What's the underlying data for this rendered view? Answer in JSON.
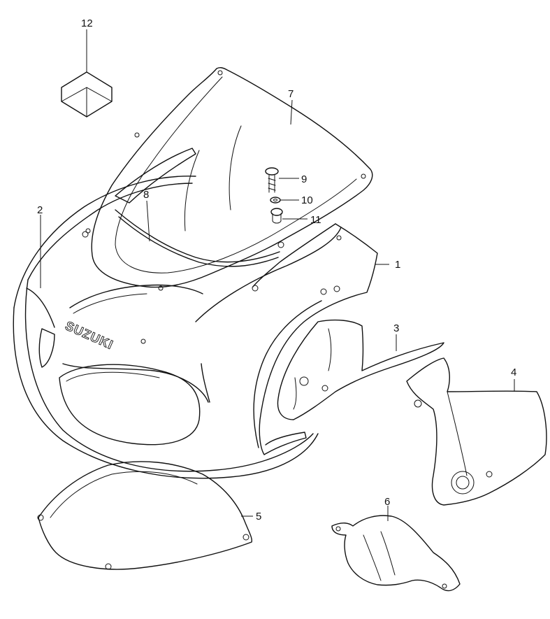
{
  "brand_text": "SUZUKI",
  "callouts": {
    "c1": "1",
    "c2": "2",
    "c3": "3",
    "c4": "4",
    "c5": "5",
    "c6": "6",
    "c7": "7",
    "c8": "8",
    "c9": "9",
    "c10": "10",
    "c11": "11",
    "c12": "12"
  },
  "colors": {
    "line": "#111111",
    "background": "#ffffff"
  }
}
